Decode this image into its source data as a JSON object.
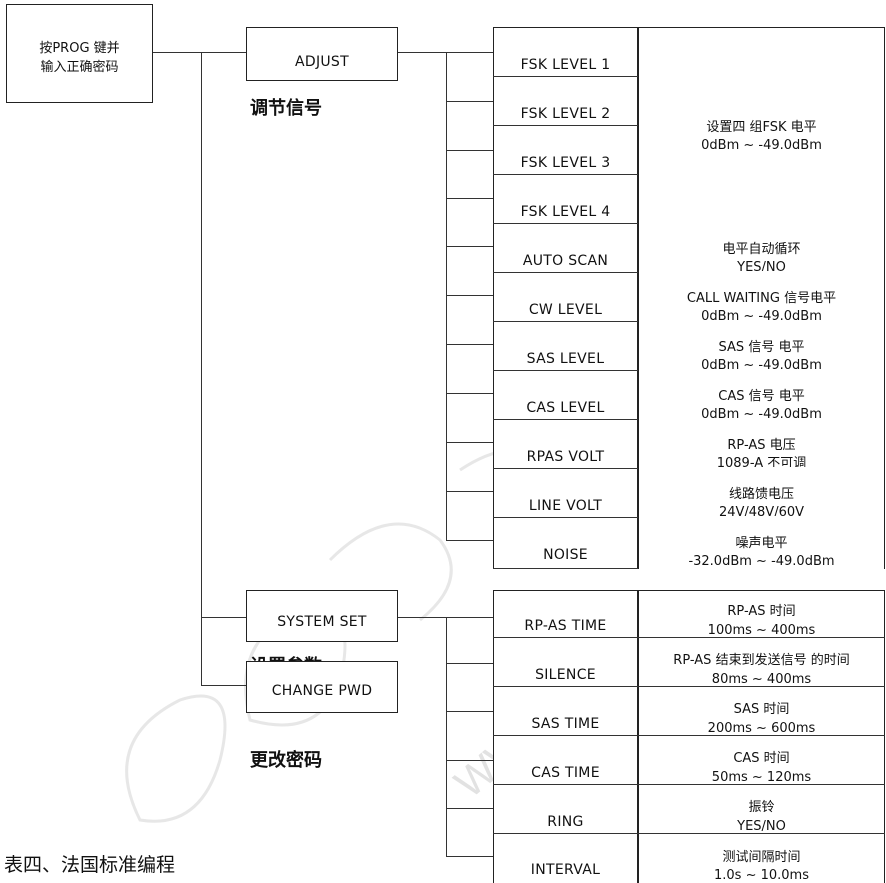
{
  "root": {
    "line1": "按PROG 键并",
    "line2": "输入正确密码"
  },
  "menus": [
    {
      "label": "ADJUST",
      "cn": "调节信号"
    },
    {
      "label": "SYSTEM SET",
      "cn": "设置参数"
    },
    {
      "label": "CHANGE PWD",
      "cn": "更改密码"
    }
  ],
  "adjust_items": [
    "FSK LEVEL 1",
    "FSK LEVEL 2",
    "FSK LEVEL 3",
    "FSK LEVEL 4",
    "AUTO SCAN",
    "CW LEVEL",
    "SAS LEVEL",
    "CAS LEVEL",
    "RPAS VOLT",
    "LINE VOLT",
    "NOISE"
  ],
  "adjust_desc": [
    {
      "l1": "设置四 组FSK 电平",
      "l2": "0dBm ~ -49.0dBm"
    },
    {
      "l1": "电平自动循环",
      "l2": "YES/NO"
    },
    {
      "l1": "CALL WAITING  信号电平",
      "l2": "0dBm ~ -49.0dBm"
    },
    {
      "l1": "SAS 信号 电平",
      "l2": "0dBm ~ -49.0dBm"
    },
    {
      "l1": "CAS 信号 电平",
      "l2": "0dBm ~ -49.0dBm"
    },
    {
      "l1": "RP-AS 电压",
      "l2": "1089-A 不可调"
    },
    {
      "l1": "线路馈电压",
      "l2": "24V/48V/60V"
    },
    {
      "l1": "噪声电平",
      "l2": "-32.0dBm ~ -49.0dBm"
    }
  ],
  "system_items": [
    "RP-AS TIME",
    "SILENCE",
    "SAS TIME",
    "CAS TIME",
    "RING",
    "INTERVAL"
  ],
  "system_desc": [
    {
      "l1": "RP-AS 时间",
      "l2": "100ms  ~ 400ms"
    },
    {
      "l1": "RP-AS 结束到发送信号 的时间",
      "l2": "80ms ~ 400ms"
    },
    {
      "l1": "SAS 时间",
      "l2": "200ms  ~ 600ms"
    },
    {
      "l1": "CAS 时间",
      "l2": "50ms  ~ 120ms"
    },
    {
      "l1": "振铃",
      "l2": "YES/NO"
    },
    {
      "l1": "测试间隔时间",
      "l2": "1.0s ~ 10.0ms"
    }
  ],
  "caption": "表四、法国标准编程",
  "watermark": "WWW.AMERA"
}
